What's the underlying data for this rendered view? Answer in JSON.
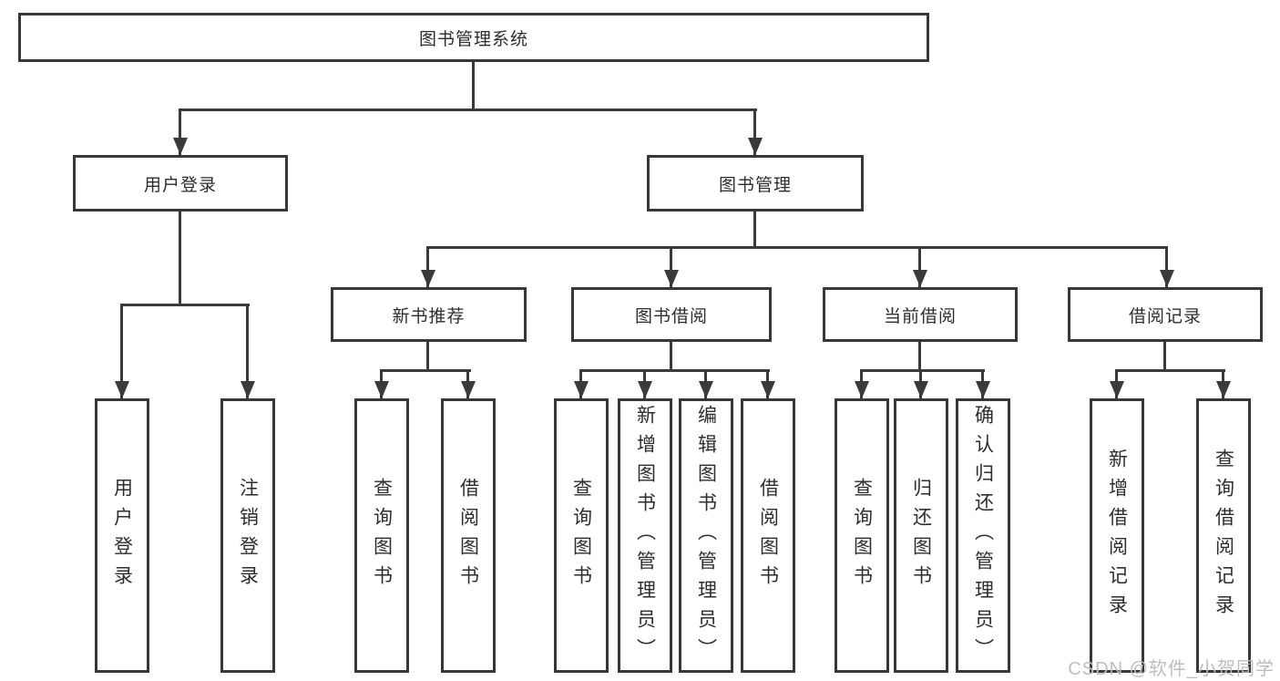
{
  "tree": {
    "root": "图书管理系统",
    "branches": [
      {
        "label": "用户登录",
        "children": [
          "用户登录",
          "注销登录"
        ]
      },
      {
        "label": "图书管理",
        "children": [
          {
            "label": "新书推荐",
            "children": [
              "查询图书",
              "借阅图书"
            ]
          },
          {
            "label": "图书借阅",
            "children": [
              "查询图书",
              "新增图书（管理员）",
              "编辑图书（管理员）",
              "借阅图书"
            ]
          },
          {
            "label": "当前借阅",
            "children": [
              "查询图书",
              "归还图书",
              "确认归还（管理员）"
            ]
          },
          {
            "label": "借阅记录",
            "children": [
              "新增借阅记录",
              "查询借阅记录"
            ]
          }
        ]
      }
    ]
  },
  "watermark": {
    "text": "CSDN @软件_小贺同学"
  },
  "colors": {
    "line": "#3a3a3a",
    "border": "#383838",
    "text": "#2d2d2d",
    "watermark": "#bdbdbd",
    "background": "#ffffff"
  }
}
